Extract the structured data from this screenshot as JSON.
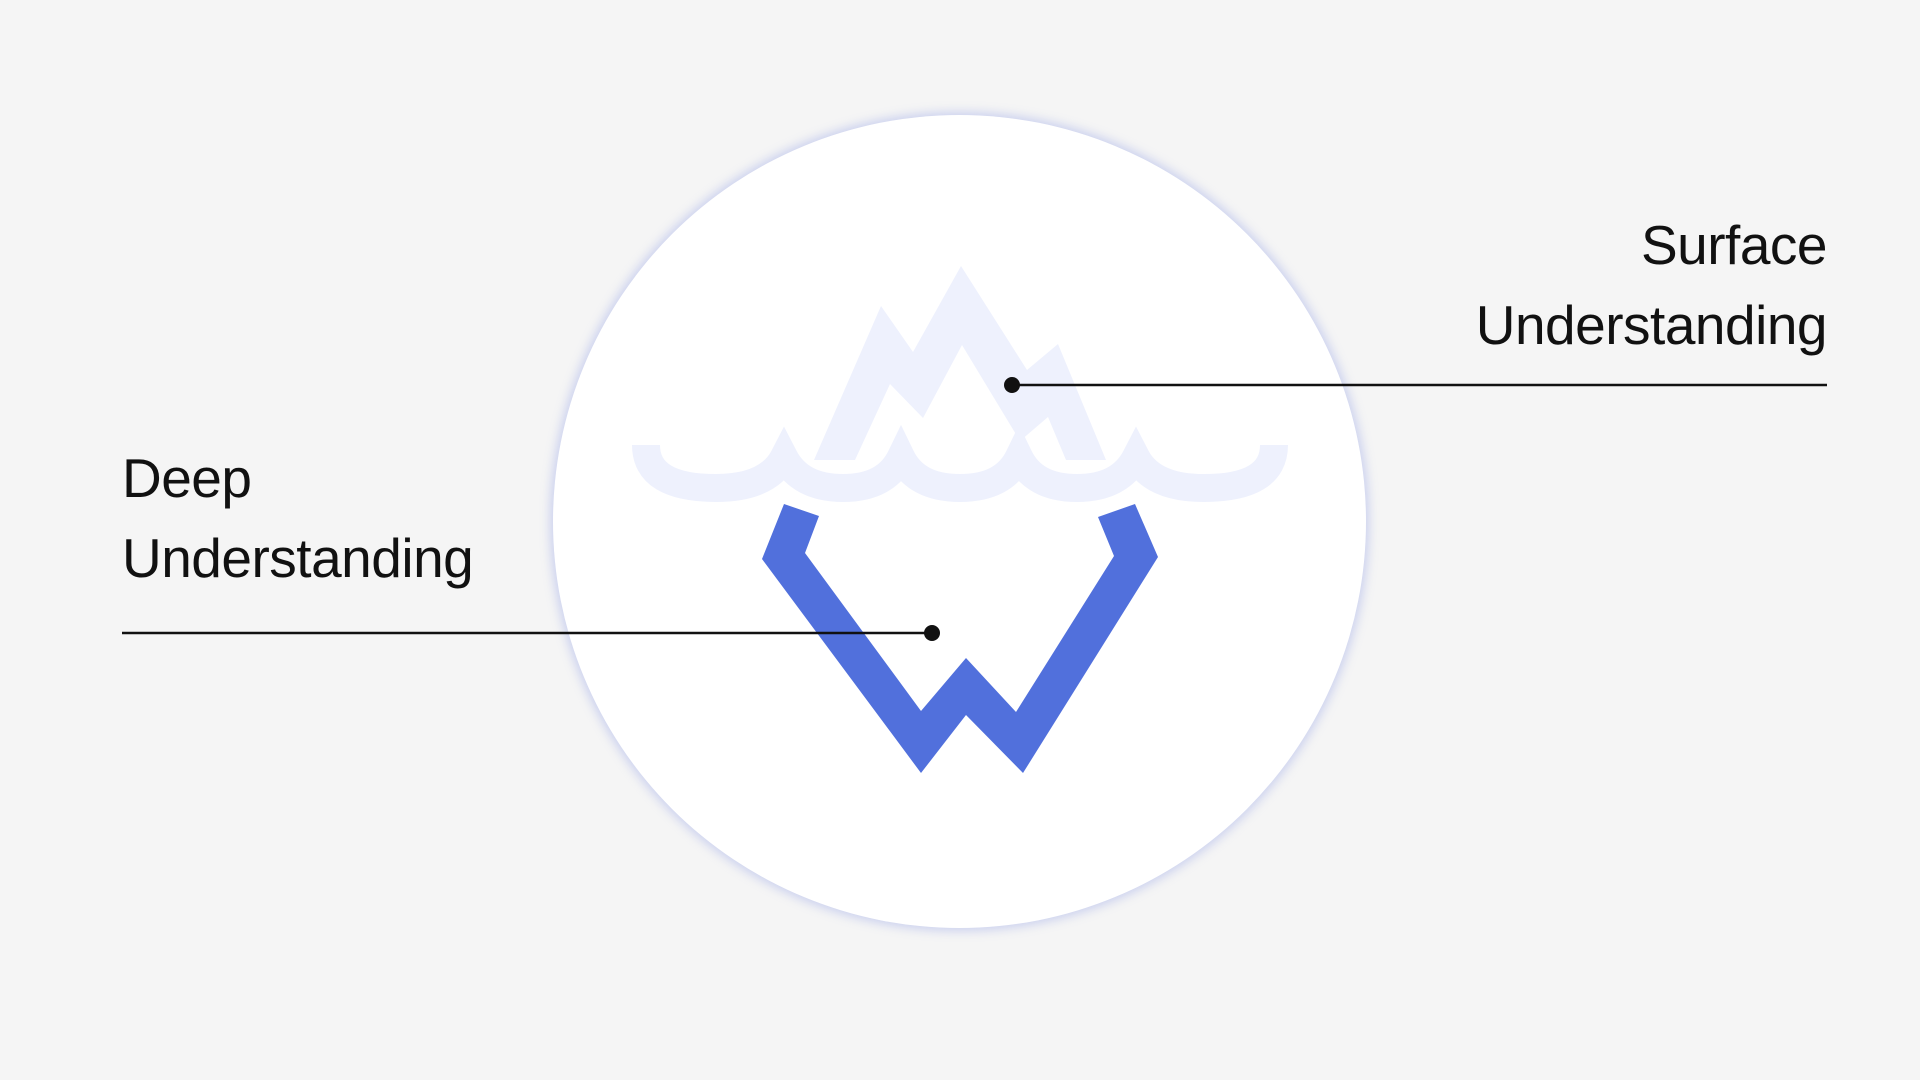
{
  "labels": {
    "surface": {
      "line1": "Surface",
      "line2": "Understanding"
    },
    "deep": {
      "line1": "Deep",
      "line2": "Understanding"
    }
  },
  "colors": {
    "background": "#f5f5f5",
    "circle": "#ffffff",
    "surface_ice": "#eef1fd",
    "deep_ice": "#5170dc",
    "leader_line": "#111111"
  },
  "icons": {
    "illustration": "iceberg-icon"
  }
}
